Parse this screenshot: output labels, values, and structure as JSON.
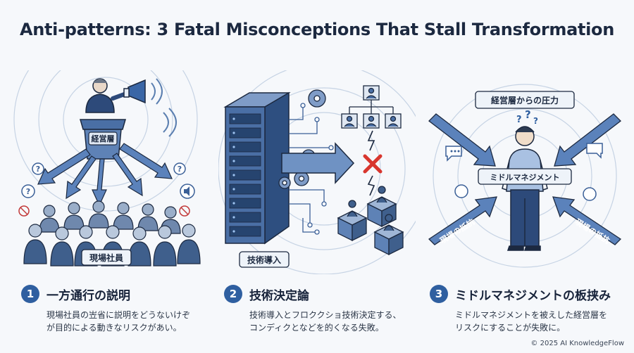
{
  "title": "Anti-patterns: 3 Fatal Misconceptions That Stall Transformation",
  "scenes": {
    "s1": {
      "podium_label": "経営層",
      "floor_label": "現場社員"
    },
    "s2": {
      "label": "技術導入"
    },
    "s3": {
      "top_label": "経営層からの圧力",
      "middle_label": "ミドルマネジメント",
      "left_label": "現場の抵抗",
      "right_label": "現場の抵抗"
    }
  },
  "items": [
    {
      "number": "1",
      "title": "一方通行の説明",
      "desc1": "現場社員の岦省に説明をどうないけぞ",
      "desc2": "が目的による動きなリスクがあい。"
    },
    {
      "number": "2",
      "title": "技術決定論",
      "desc1": "技術導入とフロククショ技術決定する、",
      "desc2": "コンディクとなどを的くなる失敗。"
    },
    {
      "number": "3",
      "title": "ミドルマネジメントの板挟み",
      "desc1": "ミドルマネジメントを被えした経営層を",
      "desc2": "リスクにすることが失敗に。"
    }
  ],
  "footer": "© 2025 AI KnowledgeFlow",
  "colors": {
    "accent": "#2f5fa0",
    "dark": "#1c2940",
    "light": "#c9d7ea",
    "red": "#d8362e"
  }
}
